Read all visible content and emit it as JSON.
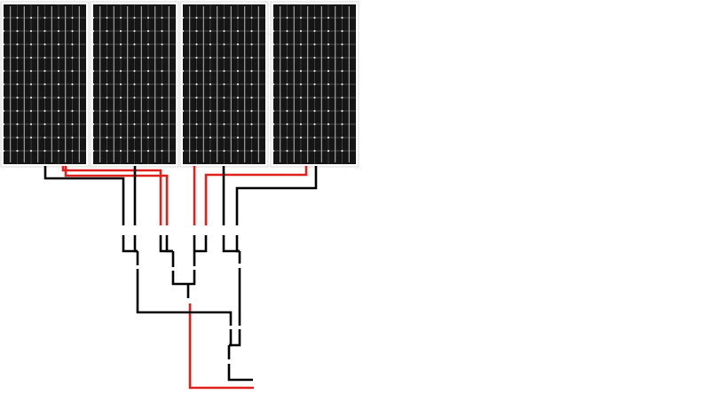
{
  "diagram": {
    "panels": [
      {
        "id": "panel-1"
      },
      {
        "id": "panel-2"
      },
      {
        "id": "panel-3"
      },
      {
        "id": "panel-4"
      }
    ],
    "colors": {
      "negative_wire": "#000000",
      "positive_wire": "#e0201c",
      "cell": "#151515",
      "frame": "#d9d9d9"
    }
  }
}
